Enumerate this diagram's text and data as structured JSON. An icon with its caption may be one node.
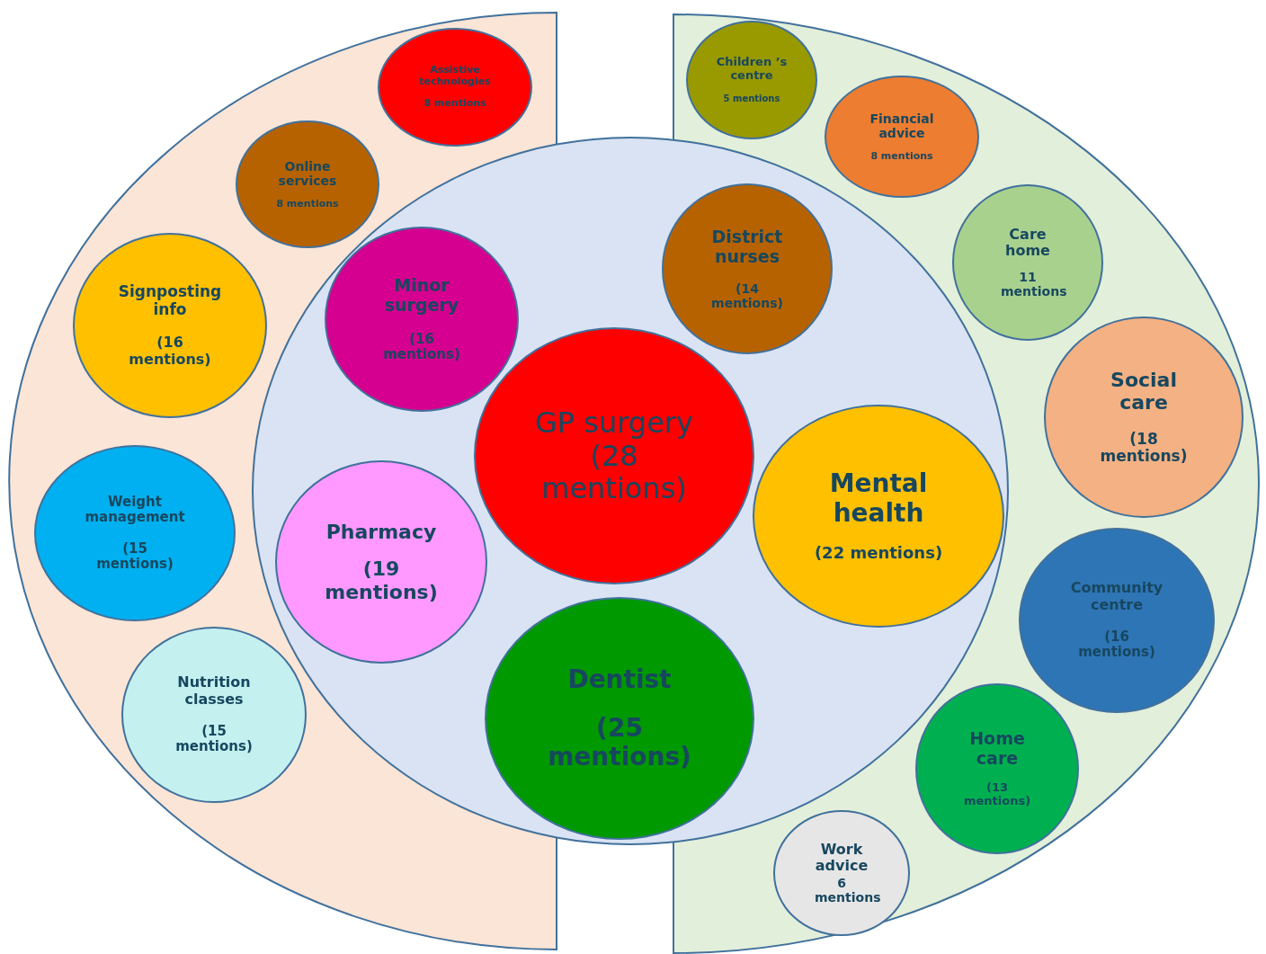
{
  "diagram": {
    "nodes": [
      {
        "text": [],
        "shape": "band"
      },
      {
        "text": [
          "Assistive technologies",
          "8 mentions"
        ],
        "in": 0
      },
      {
        "text": [
          "Online services",
          "8 mentions"
        ],
        "in": 0
      },
      {
        "text": [
          "Signposting info",
          "(16 mentions)"
        ],
        "in": 0
      },
      {
        "text": [
          "Weight management",
          "(15 mentions)"
        ],
        "in": 0
      },
      {
        "text": [
          "Nutrition classes",
          "(15 mentions)"
        ],
        "in": 0
      },
      {
        "text": [],
        "shape": "band"
      },
      {
        "text": [
          "Children ’s centre",
          "5 mentions"
        ],
        "in": 6
      },
      {
        "text": [
          "Financial advice",
          "8 mentions"
        ],
        "in": 6
      },
      {
        "text": [
          "Care home",
          "11 mentions"
        ],
        "in": 6
      },
      {
        "text": [
          "Social care",
          "(18 mentions)"
        ],
        "in": 6
      },
      {
        "text": [
          "Community centre",
          "(16 mentions)"
        ],
        "in": 6
      },
      {
        "text": [
          "Home care",
          "(13 mentions)"
        ],
        "in": 6
      },
      {
        "text": [
          "Work advice",
          "6 mentions"
        ],
        "in": 6
      },
      {
        "text": [],
        "shape": "circle"
      },
      {
        "text": [
          "Minor surgery",
          "(16 mentions)"
        ]
      },
      {
        "text": [
          "District nurses",
          "(14 mentions)"
        ],
        "in": 14
      },
      {
        "text": [
          "GP surgery (28 mentions)"
        ],
        "in": 14
      },
      {
        "text": [
          "Pharmacy",
          "(19 mentions)"
        ]
      },
      {
        "text": [
          "Mental health",
          "(22 mentions)"
        ]
      },
      {
        "text": [
          "Dentist",
          "(25 mentions)"
        ],
        "in": 14
      }
    ]
  }
}
